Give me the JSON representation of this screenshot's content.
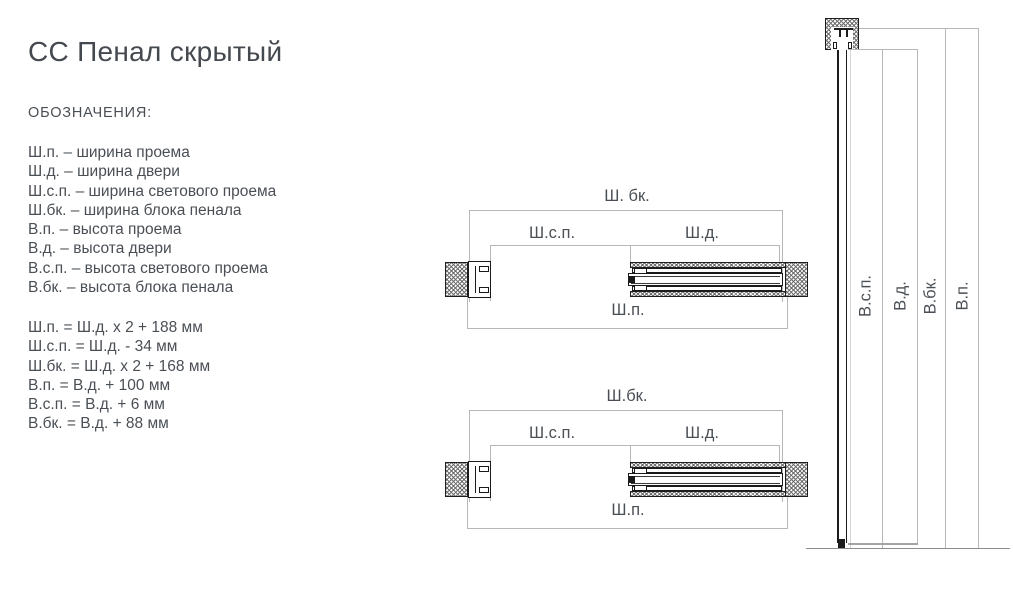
{
  "title": "СС Пенал скрытый",
  "legend": {
    "heading": "ОБОЗНАЧЕНИЯ:",
    "items": [
      "Ш.п. – ширина проема",
      "Ш.д. – ширина двери",
      "Ш.с.п. – ширина светового проема",
      "Ш.бк. – ширина блока пенала",
      "В.п. – высота проема",
      "В.д. – высота двери",
      "В.с.п. – высота светового проема",
      "В.бк. – высота блока пенала"
    ],
    "formulas": [
      "Ш.п. = Ш.д. x 2 + 188 мм",
      "Ш.с.п. = Ш.д. - 34 мм",
      "Ш.бк. = Ш.д. x 2 + 168 мм",
      "В.п. = В.д. + 100 мм",
      "В.с.п. = В.д. + 6 мм",
      "В.бк. = В.д. + 88 мм"
    ]
  },
  "plan_top": {
    "block_width_label": "Ш. бк.",
    "light_width_label": "Ш.с.п.",
    "door_width_label": "Ш.д.",
    "opening_width_label": "Ш.п."
  },
  "plan_bottom": {
    "block_width_label": "Ш.бк.",
    "light_width_label": "Ш.с.п.",
    "door_width_label": "Ш.д.",
    "opening_width_label": "Ш.п."
  },
  "section": {
    "light_height_label": "В.с.п.",
    "door_height_label": "В.д.",
    "block_height_label": "В.бк.",
    "opening_height_label": "В.п."
  },
  "colors": {
    "background": "#ffffff",
    "text": "#4a4f55",
    "dim_line": "#b7b7b7",
    "outline": "#1a1a1a"
  }
}
